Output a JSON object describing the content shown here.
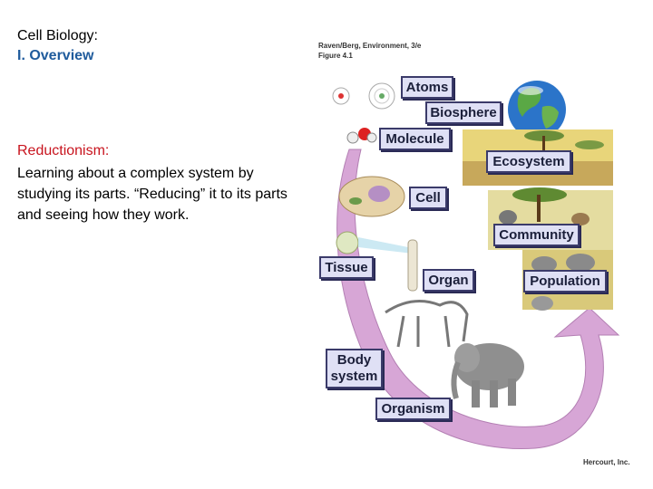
{
  "slide": {
    "title_line1": "Cell Biology:",
    "title_line2": "I. Overview",
    "section_heading": "Reductionism:",
    "body_text": "Learning about a complex system by studying its parts.  “Reducing” it to its parts and seeing how they work."
  },
  "figure": {
    "credit_line1": "Raven/Berg, Environment, 3/e",
    "credit_line2": "Figure 4.1",
    "publisher": "Hercourt, Inc.",
    "labels": {
      "atoms": "Atoms",
      "biosphere": "Biosphere",
      "molecule": "Molecule",
      "ecosystem": "Ecosystem",
      "cell": "Cell",
      "community": "Community",
      "tissue": "Tissue",
      "organ": "Organ",
      "population": "Population",
      "body_system": "Body system",
      "organism": "Organism"
    },
    "colors": {
      "arrow": "#d7a6d6",
      "label_bg": "#dfe0f5",
      "label_border": "#3b3b6a"
    }
  }
}
